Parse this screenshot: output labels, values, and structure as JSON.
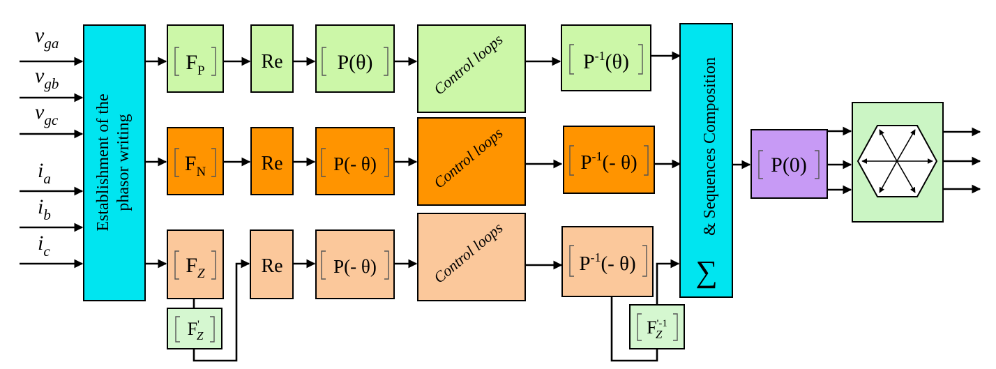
{
  "colors": {
    "cyan": "#00e5f0",
    "light_green": "#ccf7a8",
    "orange": "#ff9400",
    "peach": "#fbc89b",
    "mint": "#d5f7d0",
    "lavender": "#c79af5",
    "inverter_bg": "#cbf5c4"
  },
  "inputs": {
    "vga": {
      "base": "v",
      "sub": "ga"
    },
    "vgb": {
      "base": "v",
      "sub": "gb"
    },
    "vgc": {
      "base": "v",
      "sub": "gc"
    },
    "ia": {
      "base": "i",
      "sub": "a"
    },
    "ib": {
      "base": "i",
      "sub": "b"
    },
    "ic": {
      "base": "i",
      "sub": "c"
    }
  },
  "phasor_block": {
    "line1": "Establishment of the",
    "line2": "phasor writing"
  },
  "positive_row": {
    "filter": {
      "base": "F",
      "sub": "P"
    },
    "re": "Re",
    "park": "P(θ)",
    "control": "Control loops",
    "inv_base": "P",
    "inv_sup": "-1",
    "inv_arg": "(θ)"
  },
  "negative_row": {
    "filter": {
      "base": "F",
      "sub": "N"
    },
    "re": "Re",
    "park": "P(- θ)",
    "control": "Control loops",
    "inv_base": "P",
    "inv_sup": "-1",
    "inv_arg": "(- θ)"
  },
  "zero_row": {
    "filter": {
      "base": "F",
      "sub": "Z"
    },
    "filter_alt": {
      "base": "F",
      "sup": "'",
      "sub": "Z"
    },
    "re": "Re",
    "park": "P(- θ)",
    "control": "Control loops",
    "inv_base": "P",
    "inv_sup": "-1",
    "inv_arg": "(- θ)",
    "inv_alt": {
      "base": "F",
      "sup": "'-1",
      "sub": "Z"
    }
  },
  "composition": {
    "sigma": "∑",
    "label": "& Sequences Composition"
  },
  "output_park": "P(0)"
}
